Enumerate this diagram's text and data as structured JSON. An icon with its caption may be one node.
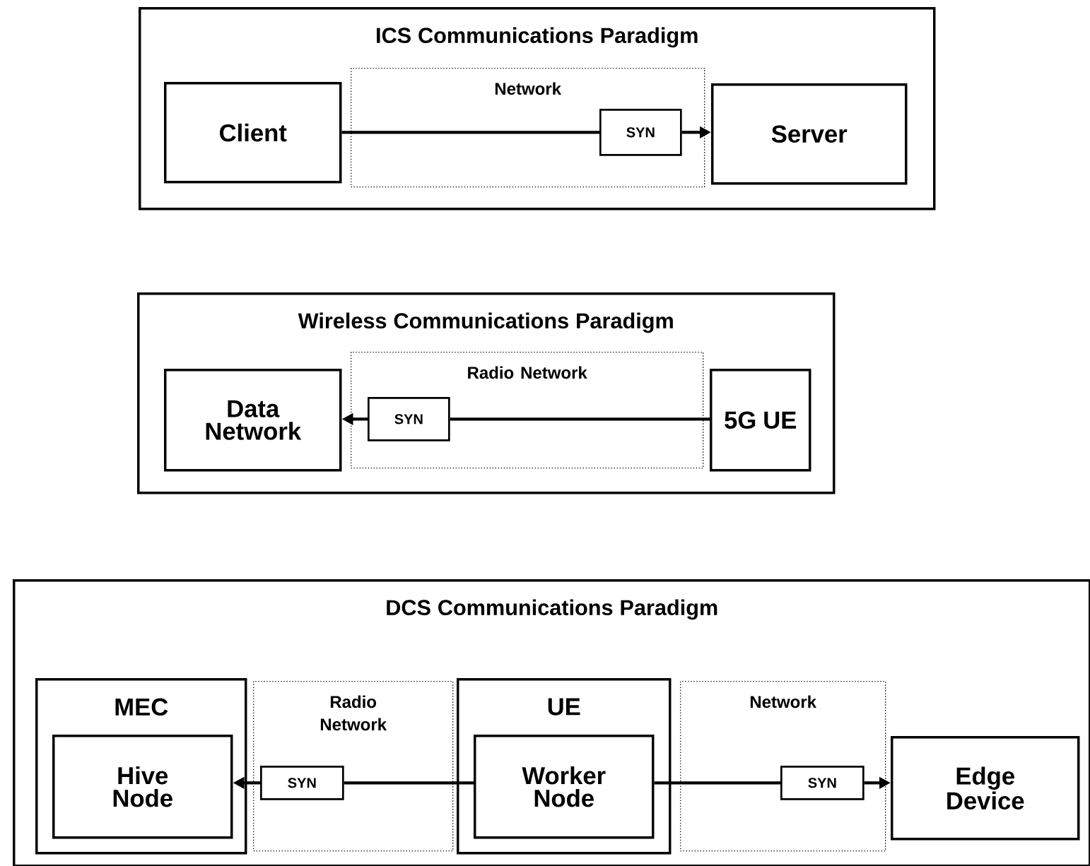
{
  "diagram": {
    "nodes": [
      {
        "text": [
          "ICS Communications Paradigm"
        ]
      },
      {
        "text": [
          "Network"
        ],
        "in": 0
      },
      {
        "text": [
          "Client"
        ],
        "in": 0
      },
      {
        "text": [
          "Server"
        ],
        "in": 0
      },
      {
        "text": [
          "SYN"
        ],
        "in": 1
      },
      {
        "text": [
          "Wireless Communications Paradigm"
        ]
      },
      {
        "text": [
          "Radio Network"
        ],
        "in": 5
      },
      {
        "text": [
          "Data Network"
        ],
        "in": 5
      },
      {
        "text": [
          "5G UE"
        ],
        "in": 5
      },
      {
        "text": [
          "SYN"
        ],
        "in": 6
      },
      {
        "text": [
          "DCS Communications Paradigm"
        ]
      },
      {
        "text": [
          "MEC"
        ],
        "in": 10
      },
      {
        "text": [
          "Hive Node"
        ],
        "in": 11
      },
      {
        "text": [
          "Radio Network"
        ],
        "in": 10
      },
      {
        "text": [
          "UE"
        ],
        "in": 10
      },
      {
        "text": [
          "Worker Node"
        ],
        "in": 14
      },
      {
        "text": [
          "Network"
        ],
        "in": 10
      },
      {
        "text": [
          "Edge Device"
        ],
        "in": 10
      },
      {
        "text": [
          "SYN"
        ],
        "in": 13
      },
      {
        "text": [
          "SYN"
        ],
        "in": 16
      }
    ],
    "edges": [
      {
        "from": 2,
        "to": 4,
        "arrow": "none"
      },
      {
        "from": 4,
        "to": 3,
        "arrow": "to"
      },
      {
        "from": 8,
        "to": 9,
        "arrow": "none"
      },
      {
        "from": 9,
        "to": 7,
        "arrow": "to"
      },
      {
        "from": 15,
        "to": 18,
        "arrow": "none"
      },
      {
        "from": 18,
        "to": 12,
        "arrow": "to"
      },
      {
        "from": 15,
        "to": 19,
        "arrow": "none"
      },
      {
        "from": 19,
        "to": 17,
        "arrow": "to"
      }
    ]
  }
}
